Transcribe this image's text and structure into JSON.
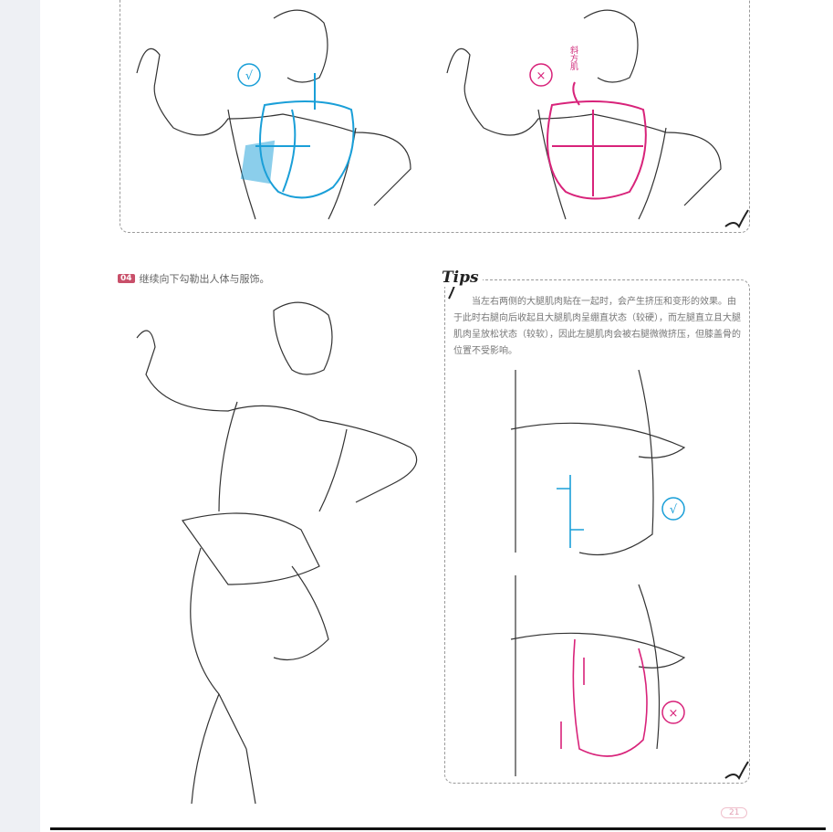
{
  "step": {
    "number": "04",
    "text": "继续向下勾勒出人体与服饰。"
  },
  "tips": {
    "title": "Tips",
    "text": "当左右两侧的大腿肌肉贴在一起时，会产生挤压和变形的效果。由于此时右腿向后收起且大腿肌肉呈绷直状态（较硬），而左腿直立且大腿肌肉呈放松状态（较软），因此左腿肌肉会被右腿微微挤压，但膝盖骨的位置不受影响。"
  },
  "annotations": {
    "correct": "√",
    "wrong": "×",
    "trapezius_label": "斜方肌"
  },
  "page_number": "21",
  "colors": {
    "correct": "#1a9fd8",
    "wrong": "#d8237a",
    "step_badge": "#c9506a"
  }
}
